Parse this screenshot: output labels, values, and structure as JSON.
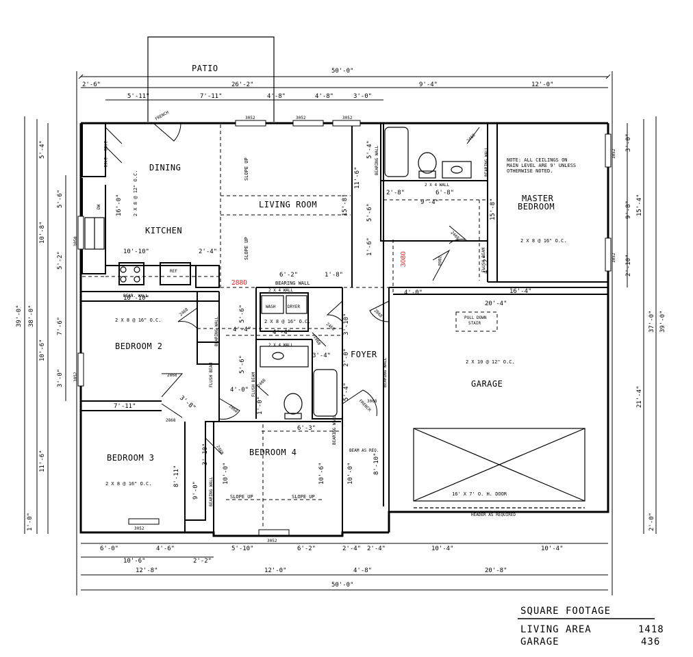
{
  "rooms": {
    "patio": "PATIO",
    "dining": "DINING",
    "kitchen": "KITCHEN",
    "living": "LIVING ROOM",
    "master_1": "MASTER",
    "master_2": "BEDROOM",
    "bedroom2": "BEDROOM 2",
    "bedroom3": "BEDROOM 3",
    "bedroom4": "BEDROOM 4",
    "foyer": "FOYER",
    "garage": "GARAGE"
  },
  "notes": {
    "ceiling_1": "NOTE: ALL CEILINGS ON",
    "ceiling_2": "MAIN LEVEL ARE 9' UNLESS",
    "ceiling_3": "OTHERWISE NOTED.",
    "joist_2x8_12": "2 X 8 @ 12\" O.C.",
    "joist_2x8_16": "2 X 8 @ 16\" O.C.",
    "joist_2x10_12": "2 X 10 @ 12\" O.C.",
    "slope_up": "SLOPE UP",
    "bearing_wall": "BEARING WALL",
    "bear_wall": "BEAR. WALL",
    "flush_beam": "FLUSH BEAM",
    "beam_as_req": "BEAM AS REQ.",
    "header_as_required": "HEADER AS REQUIRED",
    "garage_door": "16' X 7' O. H. DOOR",
    "pull_down_1": "PULL DOWN",
    "pull_down_2": "STAIR",
    "wash": "WASH",
    "dryer": "DRYER",
    "ref": "REF",
    "dw": "DW",
    "french": "FRENCH",
    "two_x_four_wall": "2 X 4 WALL"
  },
  "openings": {
    "w3052": "3052",
    "w3050": "3050",
    "d2868": "2868",
    "d2468": "2468",
    "d2068": "2068",
    "d3068": "3068",
    "r2880": "2880",
    "r3080": "3080"
  },
  "dimensions": {
    "overall_width": "50'-0\"",
    "top_a": "2'-6\"",
    "top_b": "26'-2\"",
    "top_c": "9'-4\"",
    "top_d": "12'-0\"",
    "top2_a": "5'-11\"",
    "top2_b": "7'-11\"",
    "top2_c": "4'-8\"",
    "top2_d": "4'-8\"",
    "top2_e": "3'-0\"",
    "left_overall": "39'-0\"",
    "left_b": "38'-0\"",
    "left_1": "5'-4\"",
    "left_2": "5'-6\"",
    "left_3": "5'-2\"",
    "left_4": "7'-6\"",
    "left_5": "3'-0\"",
    "left_6": "11'-6\"",
    "left_7": "1'-0\"",
    "left_kitchen": "10'-8\"",
    "left_bed2": "10'-6\"",
    "right_overall": "39'-0\"",
    "right_b": "37'-0\"",
    "right_1": "3'-0\"",
    "right_2": "9'-8\"",
    "right_3": "2'-10\"",
    "right_4": "15'-4\"",
    "right_5": "21'-4\"",
    "right_6": "2'-0\"",
    "bot1_a": "6'-0\"",
    "bot1_b": "4'-6\"",
    "bot1_c": "5'-10\"",
    "bot1_d": "6'-2\"",
    "bot1_e": "2'-4\"",
    "bot1_f": "2'-4\"",
    "bot1_g": "10'-4\"",
    "bot1_h": "10'-4\"",
    "bot2_a": "10'-6\"",
    "bot2_b": "2'-2\"",
    "bot3_a": "12'-8\"",
    "bot3_b": "12'-0\"",
    "bot3_c": "4'-8\"",
    "bot3_d": "20'-8\"",
    "bot4": "50'-0\"",
    "int_dk": "10'-10\"",
    "int_dk2": "2'-4\"",
    "int_bed2_top": "10'-10\"",
    "int_k_v": "16'-0\"",
    "int_lr_v": "15'-8\"",
    "int_lr_v2": "11'-6\"",
    "int_bath_a": "2'-8\"",
    "int_bath_b": "6'-8\"",
    "int_bath_c": "9'-4\"",
    "int_closet_v": "5'-4\"",
    "int_closet_v2": "5'-6\"",
    "int_mb_v": "15'-8\"",
    "int_hall": "4'-0\"",
    "int_mb_h": "16'-4\"",
    "int_gar_h": "20'-4\"",
    "int_laundry_w": "6'-2\"",
    "int_laundry_b": "1'-8\"",
    "int_laundry_c": "4'-4\"",
    "int_hall_v": "5'-6\"",
    "int_hall_v2": "5'-4\"",
    "int_bed4_w": "6'-3\"",
    "int_bed3_h": "7'-11\"",
    "int_3_8": "3'-8\"",
    "int_4_0": "4'-0\"",
    "int_bed4_v": "10'-0\"",
    "int_bed4_v2": "10'-6\"",
    "int_bed4_v3": "10'-0\"",
    "int_foyer_v": "3'-10\"",
    "int_foyer_v2": "5'-4\"",
    "int_3_4": "3'-4\"",
    "int_2_0": "2'-0\"",
    "int_garage_v": "8'-10\"",
    "int_1_0": "1'-0\"",
    "int_1_6": "1'-6\"",
    "int_4_2": "4'-2\"",
    "int_8_11": "8'-11\"",
    "int_9_0": "9'-0\"",
    "int_4_4": "4'-4\"",
    "int_3_10b": "3'-10\""
  },
  "square_footage": {
    "title": "SQUARE FOOTAGE",
    "rows": [
      {
        "label": "LIVING AREA",
        "value": "1418"
      },
      {
        "label": "GARAGE",
        "value": "436"
      }
    ]
  }
}
